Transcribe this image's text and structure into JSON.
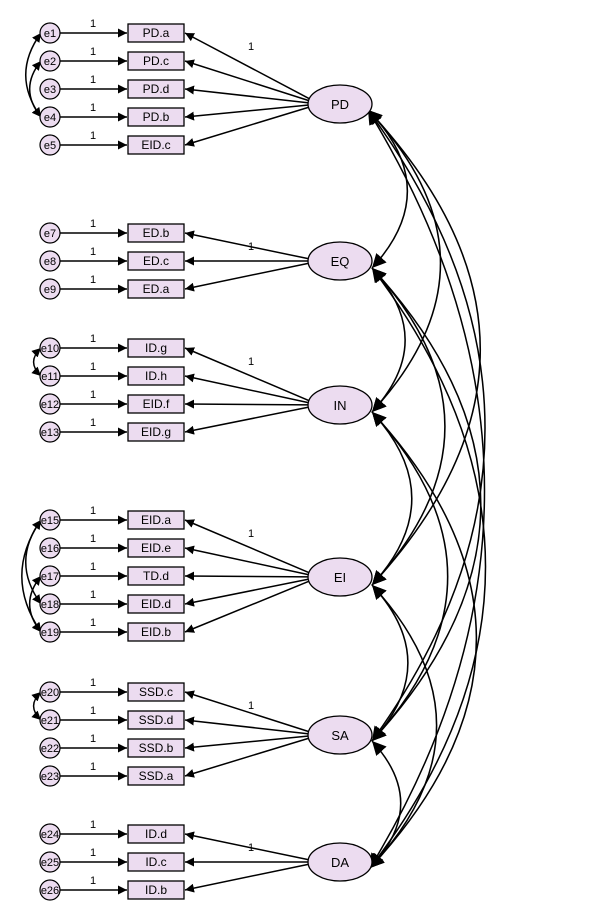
{
  "latents": [
    {
      "id": "PD",
      "label": "PD",
      "loading_label": "1",
      "indicators": [
        {
          "label": "PD.a",
          "error": "e1",
          "error_weight": "1"
        },
        {
          "label": "PD.c",
          "error": "e2",
          "error_weight": "1"
        },
        {
          "label": "PD.d",
          "error": "e3",
          "error_weight": "1"
        },
        {
          "label": "PD.b",
          "error": "e4",
          "error_weight": "1"
        },
        {
          "label": "EID.c",
          "error": "e5",
          "error_weight": "1"
        }
      ]
    },
    {
      "id": "EQ",
      "label": "EQ",
      "loading_label": "1",
      "indicators": [
        {
          "label": "ED.b",
          "error": "e7",
          "error_weight": "1"
        },
        {
          "label": "ED.c",
          "error": "e8",
          "error_weight": "1"
        },
        {
          "label": "ED.a",
          "error": "e9",
          "error_weight": "1"
        }
      ]
    },
    {
      "id": "IN",
      "label": "IN",
      "loading_label": "1",
      "indicators": [
        {
          "label": "ID.g",
          "error": "e10",
          "error_weight": "1"
        },
        {
          "label": "ID.h",
          "error": "e11",
          "error_weight": "1"
        },
        {
          "label": "EID.f",
          "error": "e12",
          "error_weight": "1"
        },
        {
          "label": "EID.g",
          "error": "e13",
          "error_weight": "1"
        }
      ]
    },
    {
      "id": "EI",
      "label": "EI",
      "loading_label": "1",
      "indicators": [
        {
          "label": "EID.a",
          "error": "e15",
          "error_weight": "1"
        },
        {
          "label": "EID.e",
          "error": "e16",
          "error_weight": "1"
        },
        {
          "label": "TD.d",
          "error": "e17",
          "error_weight": "1"
        },
        {
          "label": "EID.d",
          "error": "e18",
          "error_weight": "1"
        },
        {
          "label": "EID.b",
          "error": "e19",
          "error_weight": "1"
        }
      ]
    },
    {
      "id": "SA",
      "label": "SA",
      "loading_label": "1",
      "indicators": [
        {
          "label": "SSD.c",
          "error": "e20",
          "error_weight": "1"
        },
        {
          "label": "SSD.d",
          "error": "e21",
          "error_weight": "1"
        },
        {
          "label": "SSD.b",
          "error": "e22",
          "error_weight": "1"
        },
        {
          "label": "SSD.a",
          "error": "e23",
          "error_weight": "1"
        }
      ]
    },
    {
      "id": "DA",
      "label": "DA",
      "loading_label": "1",
      "indicators": [
        {
          "label": "ID.d",
          "error": "e24",
          "error_weight": "1"
        },
        {
          "label": "ID.c",
          "error": "e25",
          "error_weight": "1"
        },
        {
          "label": "ID.b",
          "error": "e26",
          "error_weight": "1"
        }
      ]
    }
  ],
  "error_covariances": [
    [
      "e1",
      "e4"
    ],
    [
      "e2",
      "e4"
    ],
    [
      "e10",
      "e11"
    ],
    [
      "e15",
      "e18"
    ],
    [
      "e15",
      "e19"
    ],
    [
      "e17",
      "e19"
    ],
    [
      "e20",
      "e21"
    ]
  ],
  "latent_covariances": [
    [
      "PD",
      "EQ"
    ],
    [
      "PD",
      "IN"
    ],
    [
      "PD",
      "EI"
    ],
    [
      "PD",
      "SA"
    ],
    [
      "PD",
      "DA"
    ],
    [
      "EQ",
      "IN"
    ],
    [
      "EQ",
      "EI"
    ],
    [
      "EQ",
      "SA"
    ],
    [
      "EQ",
      "DA"
    ],
    [
      "IN",
      "EI"
    ],
    [
      "IN",
      "SA"
    ],
    [
      "IN",
      "DA"
    ],
    [
      "EI",
      "SA"
    ],
    [
      "EI",
      "DA"
    ],
    [
      "SA",
      "DA"
    ]
  ],
  "colors": {
    "node_fill": "#ecdcf0",
    "stroke": "#000000",
    "background": "#ffffff"
  }
}
